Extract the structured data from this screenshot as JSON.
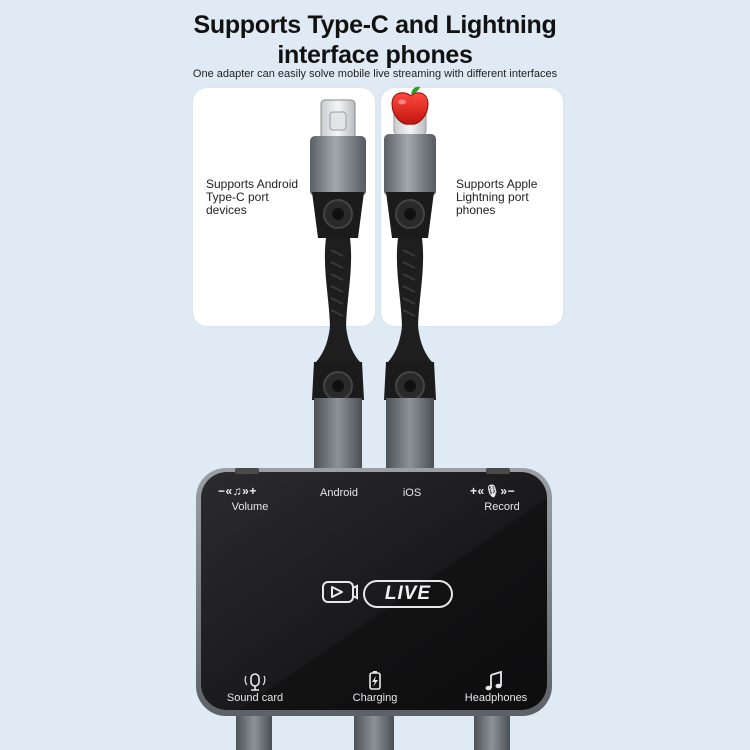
{
  "header": {
    "title": "Supports Type-C and Lightning\ninterface phones",
    "title_line1": "Supports Type-C and Lightning",
    "title_line2": "interface phones",
    "subtitle": "One adapter can easily solve mobile live streaming with different interfaces"
  },
  "cards": {
    "left": {
      "text": "Supports Android\nType-C port\ndevices"
    },
    "right": {
      "text": "Supports Apple\nLightning port\nphones"
    }
  },
  "hub": {
    "volume_symbols": "−«♫»+",
    "volume_label": "Volume",
    "android_label": "Android",
    "ios_label": "iOS",
    "record_symbols": "+«🎙»−",
    "record_label": "Record",
    "live_label": "LIVE",
    "sound_card_label": "Sound card",
    "charging_label": "Charging",
    "headphones_label": "Headphones"
  },
  "icons": {
    "apple_logo": "apple-logo-icon",
    "camera": "live-camera-icon",
    "microphone": "microphone-icon",
    "battery": "charging-icon",
    "music": "music-note-icon"
  },
  "colors": {
    "background": "#dfeaf4",
    "hub_body": "#1c1c1e",
    "cable_metal": "#7c8288",
    "apple_red": "#e5211c"
  }
}
